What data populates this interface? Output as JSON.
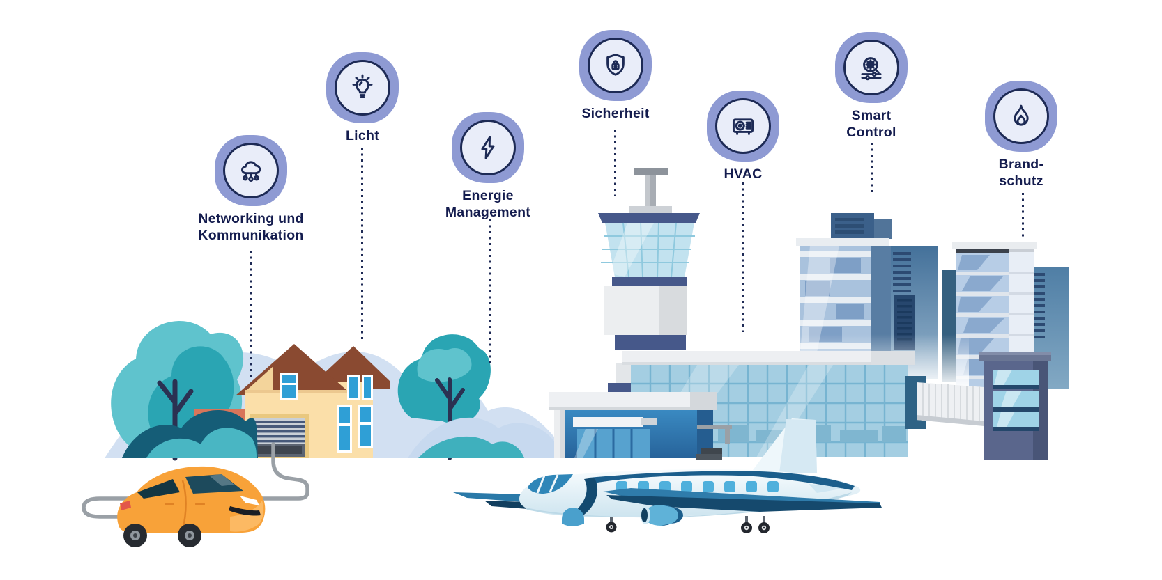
{
  "infographic": {
    "categories": [
      {
        "label": "Networking und\nKommunikation",
        "icon": "cloud-network-icon"
      },
      {
        "label": "Licht",
        "icon": "lightbulb-icon"
      },
      {
        "label": "Energie\nManagement",
        "icon": "lightning-bolt-icon"
      },
      {
        "label": "Sicherheit",
        "icon": "shield-lock-icon"
      },
      {
        "label": "HVAC",
        "icon": "air-conditioner-icon"
      },
      {
        "label": "Smart\nControl",
        "icon": "gear-magnifier-icon"
      },
      {
        "label": "Brand-\nschutz",
        "icon": "flame-icon"
      }
    ],
    "colors": {
      "badge_fill": "#8e9ad3",
      "badge_inner": "#e9edf9",
      "icon_stroke": "#1d2a55",
      "label_text": "#141c4e",
      "connector_dots": "#1e2a55"
    }
  }
}
